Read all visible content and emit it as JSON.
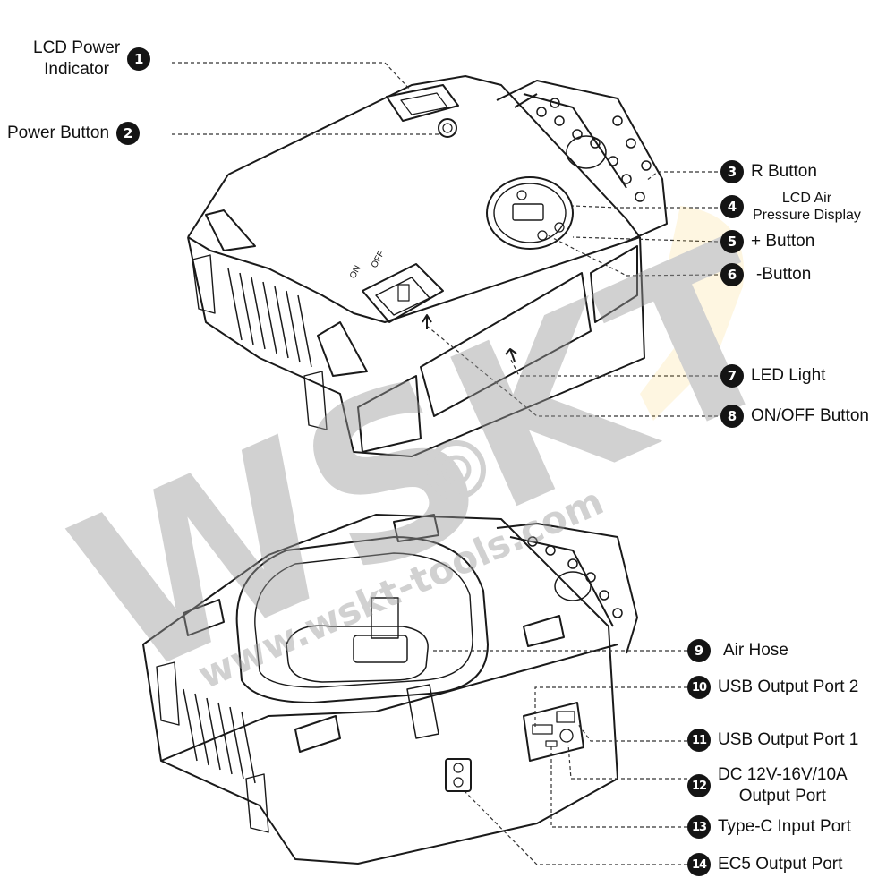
{
  "callouts": [
    {
      "number": "1",
      "label_lines": [
        "LCD Power",
        "Indicator"
      ]
    },
    {
      "number": "2",
      "label_lines": [
        "Power Button"
      ]
    },
    {
      "number": "3",
      "label_lines": [
        "R Button"
      ]
    },
    {
      "number": "4",
      "label_lines": [
        "LCD Air",
        "Pressure Display"
      ]
    },
    {
      "number": "5",
      "label_lines": [
        "+ Button"
      ]
    },
    {
      "number": "6",
      "label_lines": [
        "-Button"
      ]
    },
    {
      "number": "7",
      "label_lines": [
        "LED Light"
      ]
    },
    {
      "number": "8",
      "label_lines": [
        "ON/OFF Button"
      ]
    },
    {
      "number": "9",
      "label_lines": [
        "Air Hose"
      ]
    },
    {
      "number": "10",
      "label_lines": [
        "USB Output Port 2"
      ]
    },
    {
      "number": "11",
      "label_lines": [
        "USB Output Port 1"
      ]
    },
    {
      "number": "12",
      "label_lines": [
        "DC 12V-16V/10A",
        "Output Port"
      ]
    },
    {
      "number": "13",
      "label_lines": [
        "Type-C Input Port"
      ]
    },
    {
      "number": "14",
      "label_lines": [
        "EC5 Output Port"
      ]
    }
  ],
  "device_markings": {
    "switch_on": "ON",
    "switch_off": "OFF"
  },
  "watermark": {
    "brand": "WSKT",
    "site": "www.wskt-tools.com",
    "color": "#9a9a9a",
    "accent": "#f5c542"
  },
  "colors": {
    "ink": "#111111",
    "badge": "#141414",
    "leader": "#333333"
  }
}
